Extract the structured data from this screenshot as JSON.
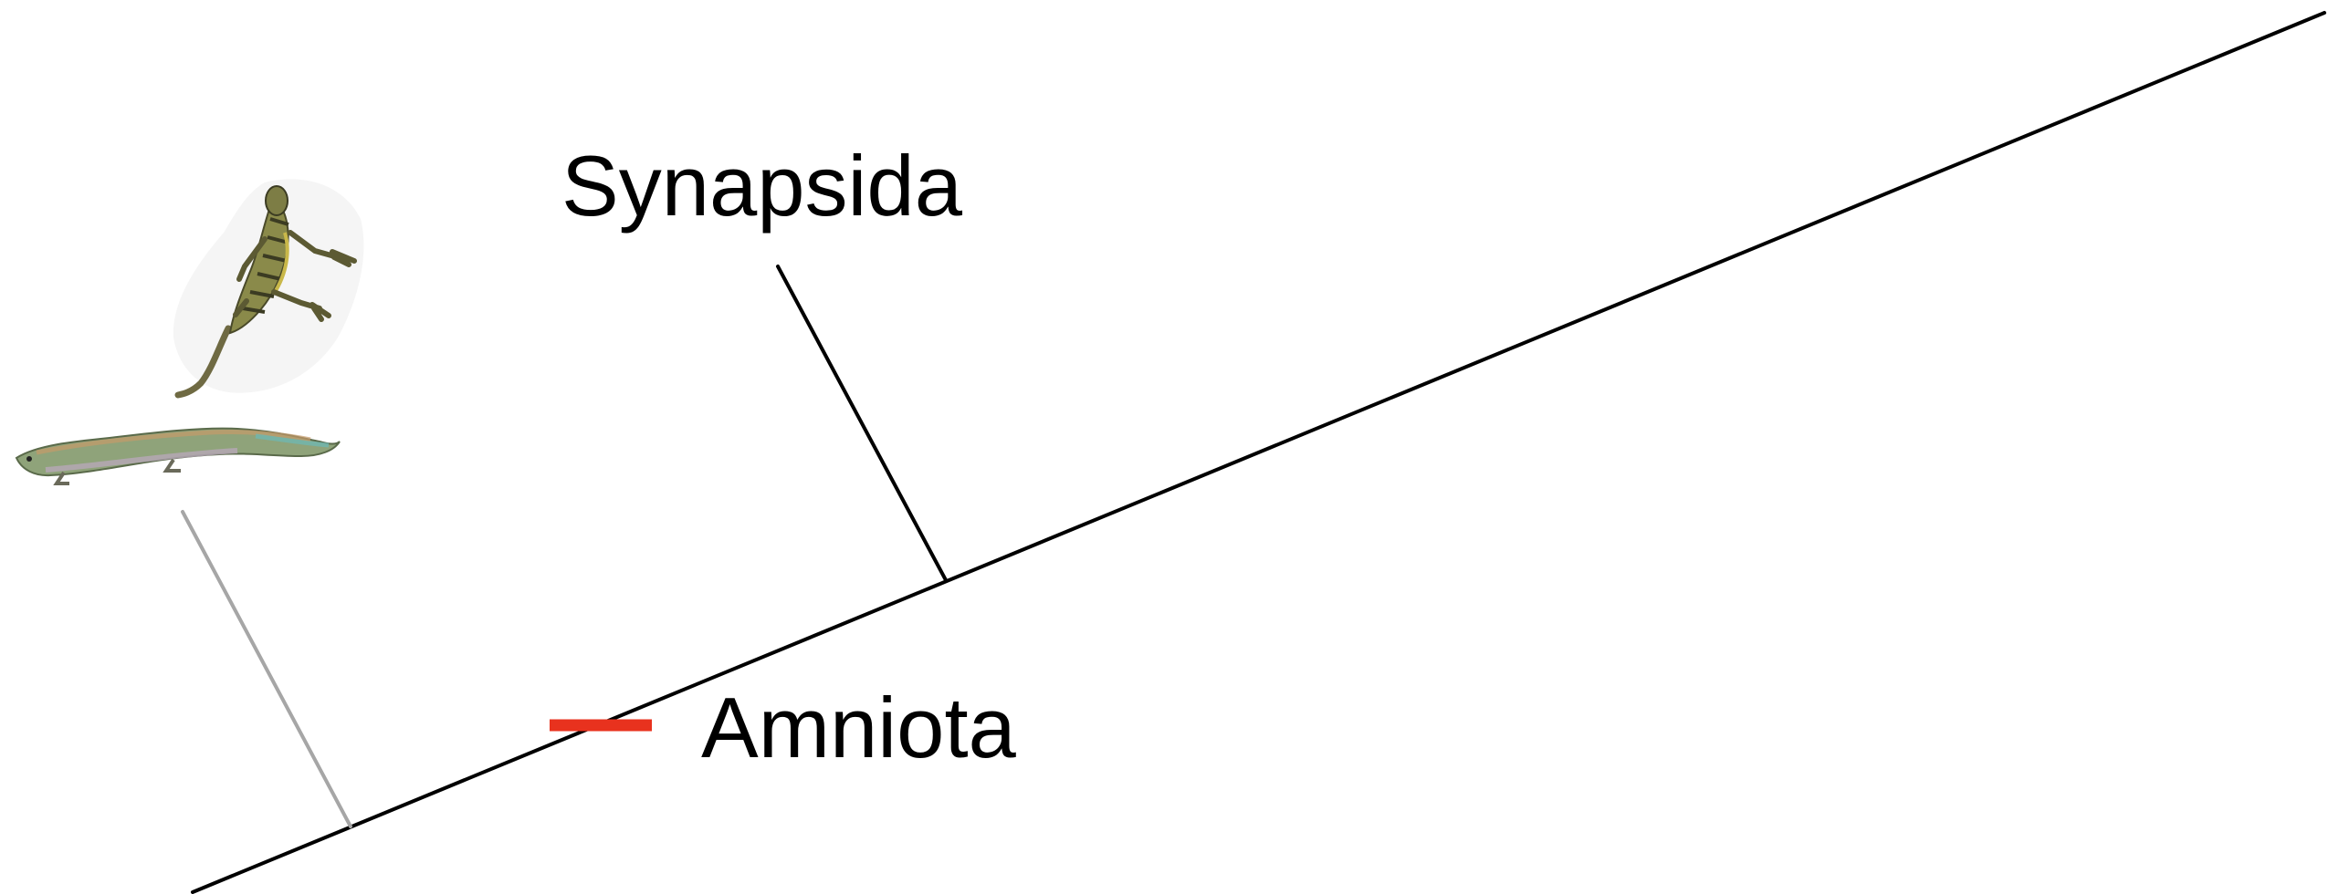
{
  "diagram": {
    "labels": {
      "synapsida": "Synapsida",
      "amniota": "Amniota"
    },
    "colors": {
      "trunk": "#000000",
      "synapsida_branch": "#000000",
      "stem_branch": "#a6a6a6",
      "amniota_marker": "#e8321e",
      "background": "#ffffff"
    },
    "illustrations": [
      "sprawling-reptile-illustration",
      "early-tetrapod-illustration"
    ]
  }
}
